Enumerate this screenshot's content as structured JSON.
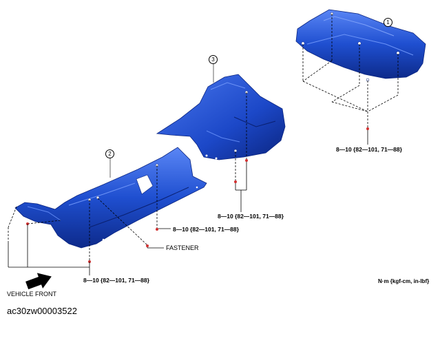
{
  "diagram": {
    "callouts": [
      "1",
      "2",
      "3"
    ],
    "torque_label": "8—10 {82—101, 71—88}",
    "fastener_label": "FASTENER",
    "vehicle_front_label": "VEHICLE FRONT",
    "units_label": "N·m {kgf-cm, in-lbf}",
    "image_code": "ac30zw00003522",
    "colors": {
      "part_fill": "#1f4fd0",
      "part_dark": "#0d2a8a",
      "part_light": "#4f7bf0",
      "fastener": "#d23030"
    }
  }
}
